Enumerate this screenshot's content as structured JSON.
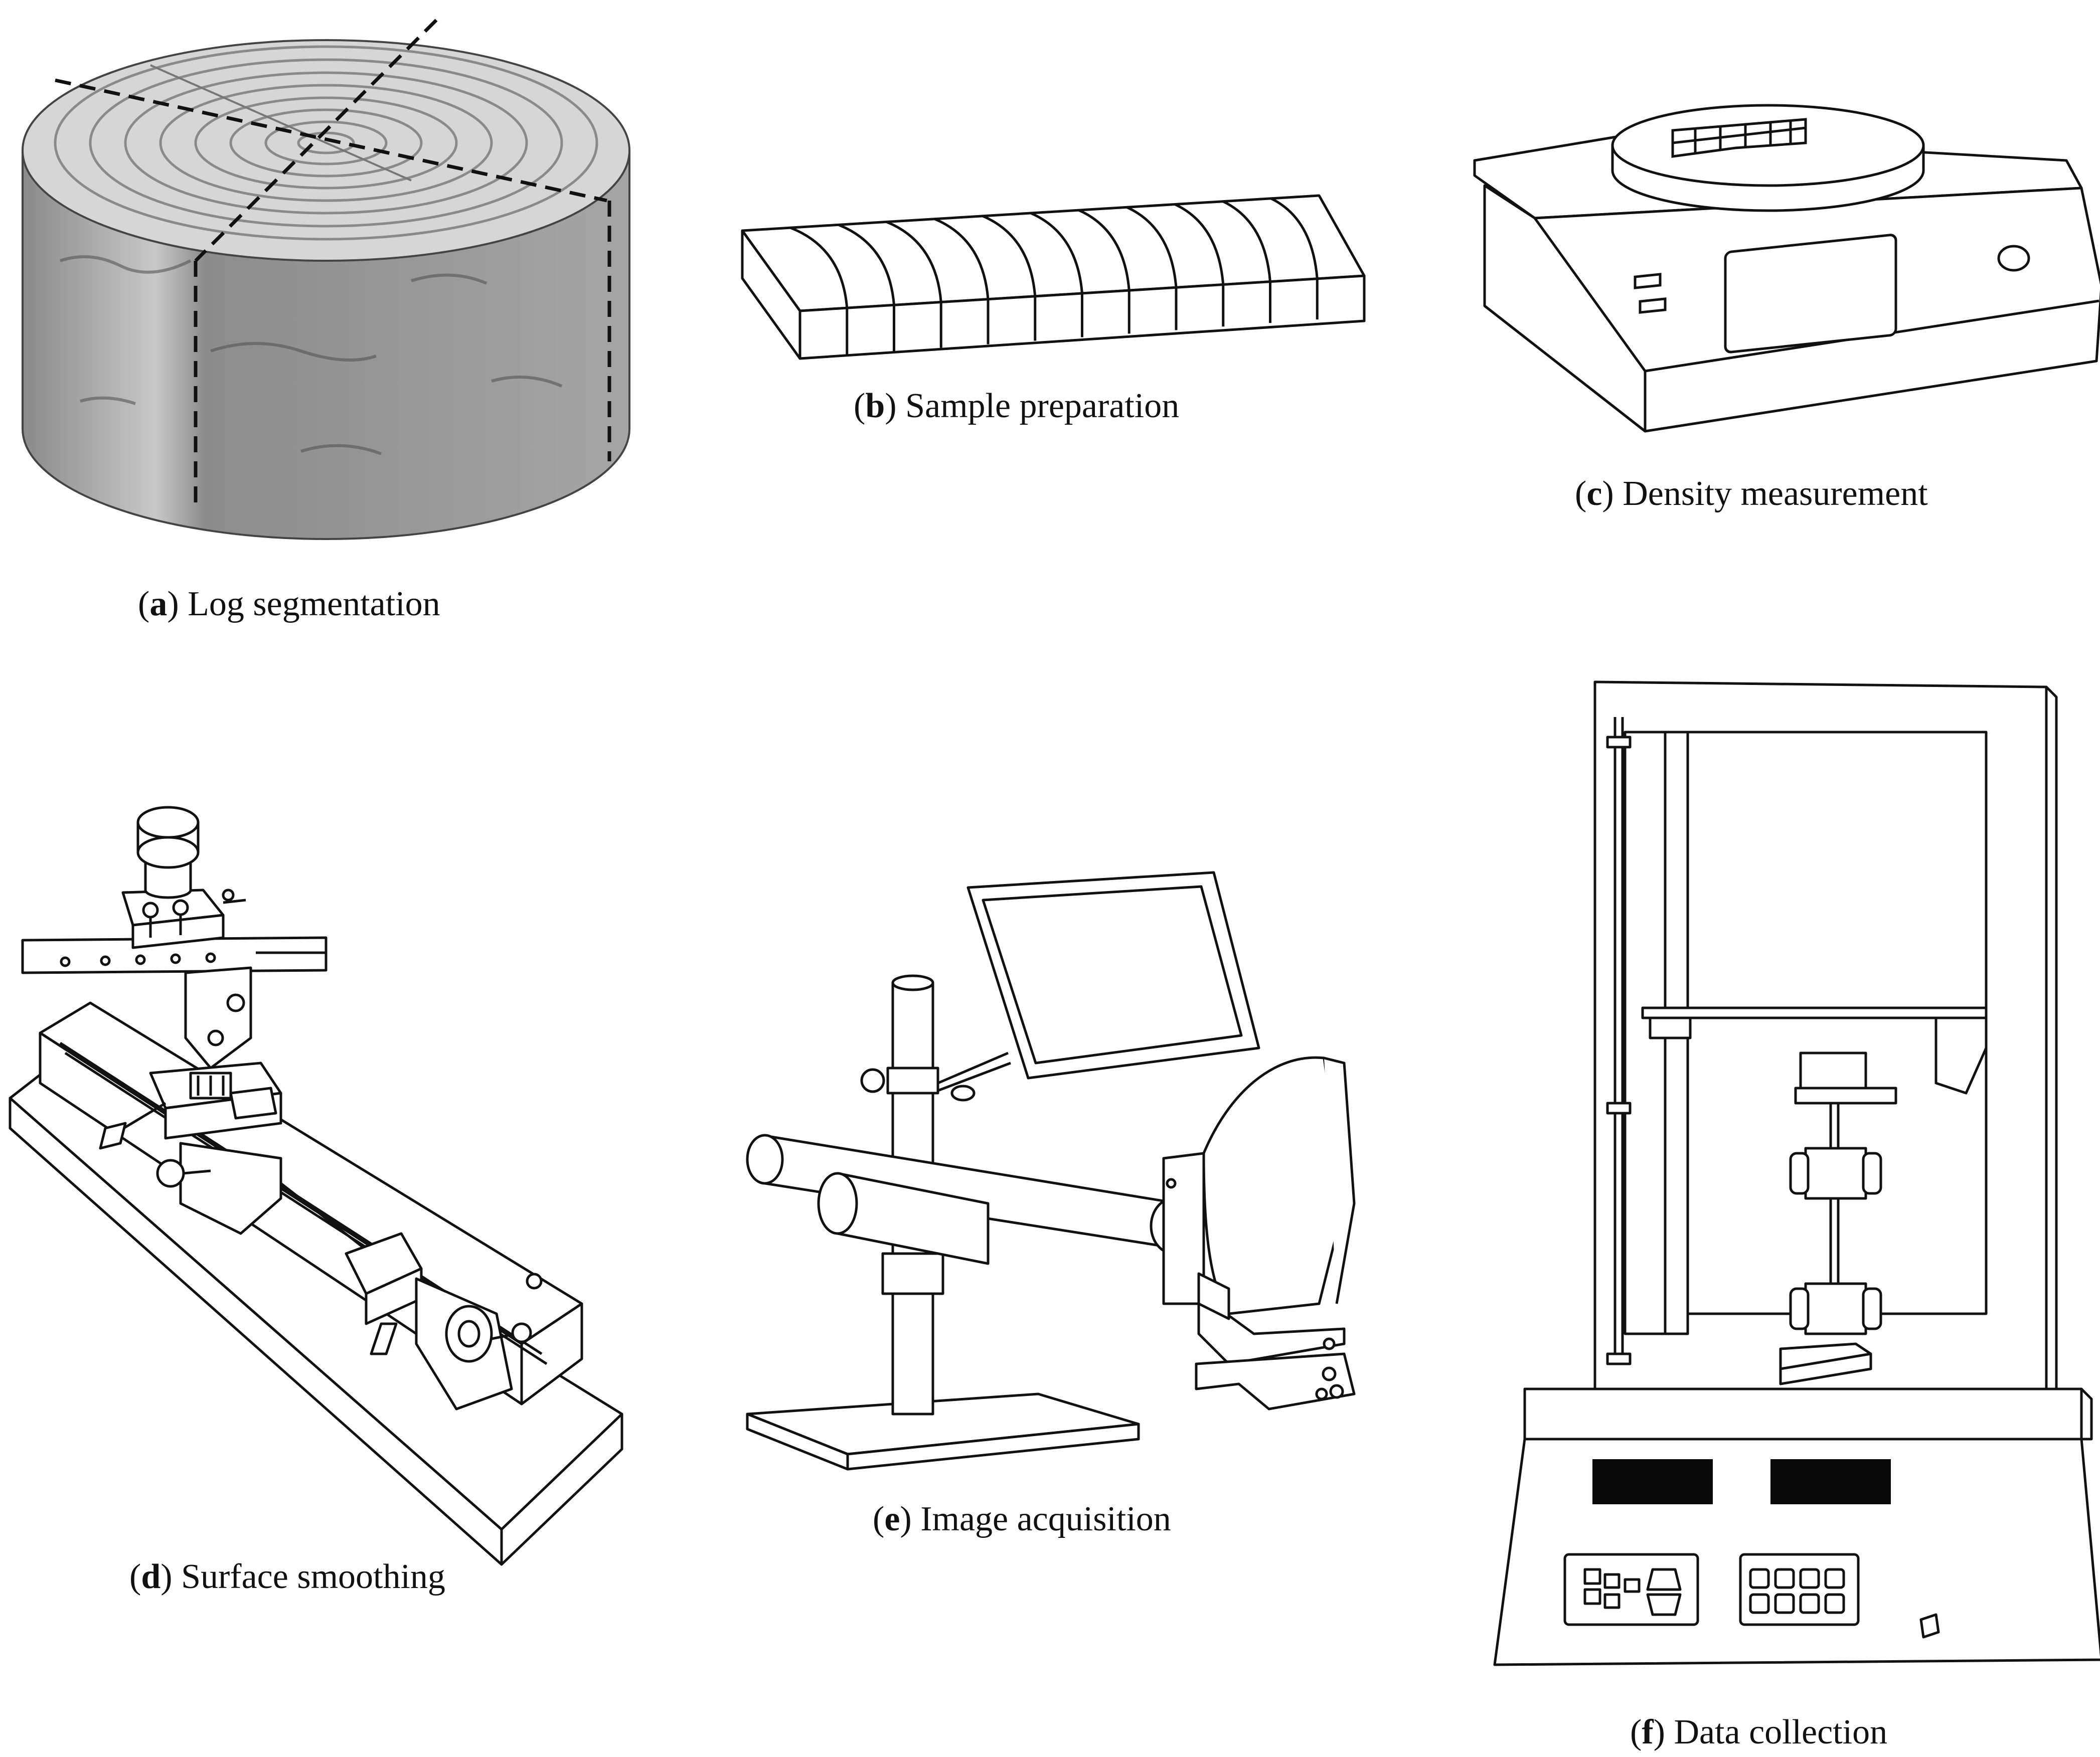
{
  "figure": {
    "panels": [
      {
        "letter": "a",
        "title": "Log segmentation"
      },
      {
        "letter": "b",
        "title": "Sample preparation"
      },
      {
        "letter": "c",
        "title": "Density measurement"
      },
      {
        "letter": "d",
        "title": "Surface smoothing"
      },
      {
        "letter": "e",
        "title": "Image acquisition"
      },
      {
        "letter": "f",
        "title": "Data collection"
      }
    ]
  },
  "colors": {
    "line": "#111111",
    "log_side": "#9a9a9a",
    "log_top": "#d2d2d2",
    "display": "#0a0a0a"
  }
}
